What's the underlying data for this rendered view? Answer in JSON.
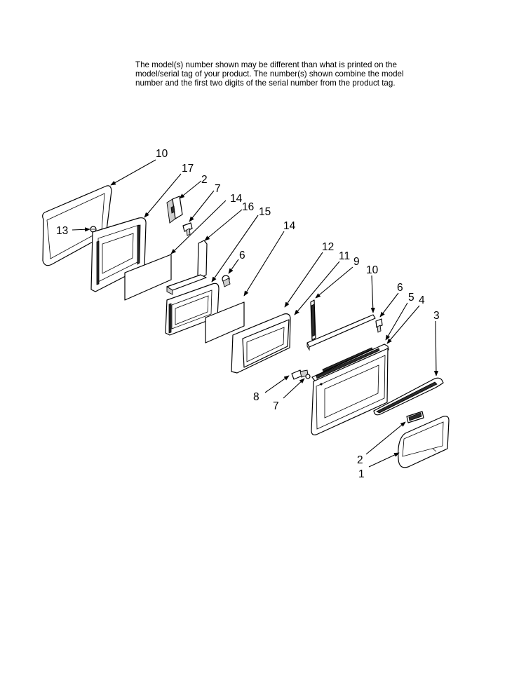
{
  "disclaimer": {
    "line1": "The model(s) number shown may be different than what is printed on the",
    "line2": "model/serial tag of your product. The number(s) shown combine the model",
    "line3": "number and the first two digits of the serial number from the product tag."
  },
  "callouts": {
    "c10a": "10",
    "c17": "17",
    "c2a": "2",
    "c7a": "7",
    "c13": "13",
    "c14a": "14",
    "c16": "16",
    "c15": "15",
    "c6a": "6",
    "c14b": "14",
    "c12": "12",
    "c11": "11",
    "c9": "9",
    "c10b": "10",
    "c6b": "6",
    "c5": "5",
    "c4": "4",
    "c3": "3",
    "c8": "8",
    "c7b": "7",
    "c2b": "2",
    "c1": "1"
  }
}
